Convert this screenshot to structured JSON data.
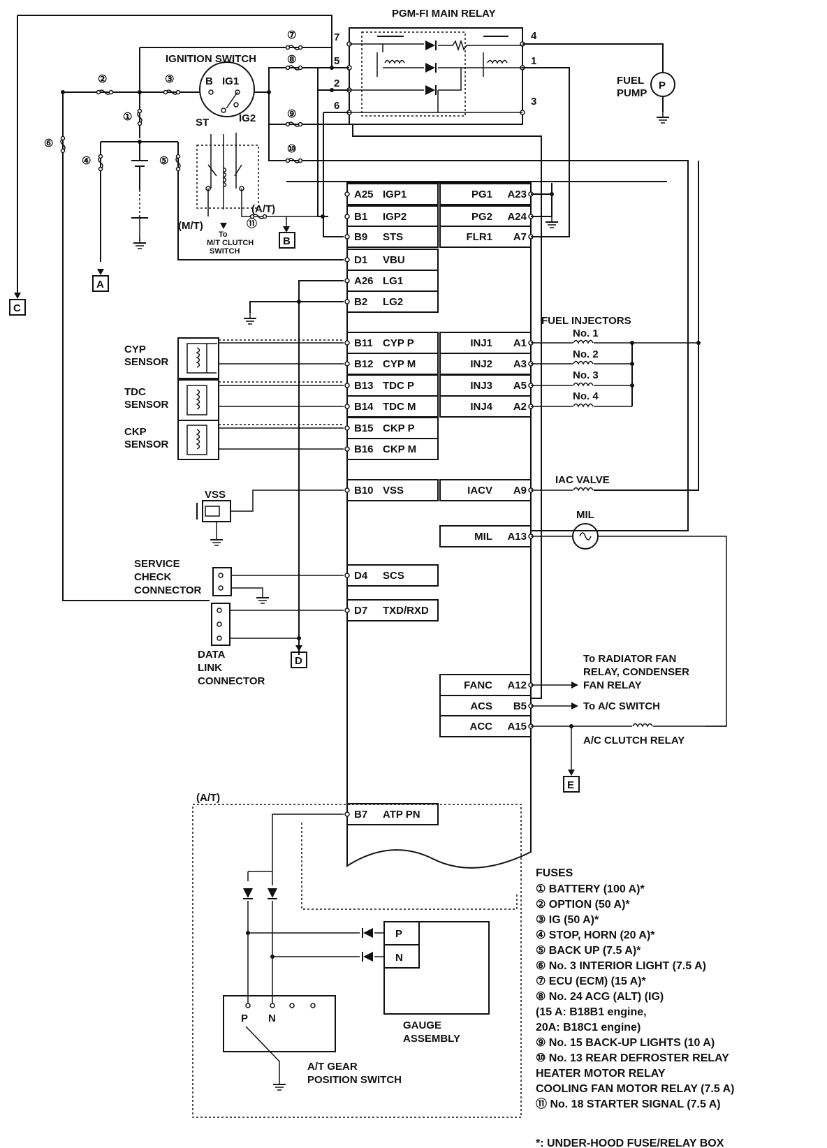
{
  "relay": {
    "title": "PGM-FI MAIN RELAY",
    "pins_left": [
      "7",
      "5",
      "2",
      "6"
    ],
    "pins_right": [
      "4",
      "1",
      "3"
    ]
  },
  "ignition": {
    "title": "IGNITION SWITCH",
    "b": "B",
    "ig1": "IG1",
    "st": "ST",
    "ig2": "IG2"
  },
  "fuel_pump": {
    "label1": "FUEL",
    "label2": "PUMP",
    "symbol": "P"
  },
  "connectors": {
    "a": "A",
    "b": "B",
    "c": "C",
    "d": "D",
    "e": "E"
  },
  "transmission": {
    "mt": "(M/T)",
    "at": "(A/T)",
    "at_box": "(A/T)",
    "mt_note1": "To",
    "mt_note2": "M/T CLUTCH",
    "mt_note3": "SWITCH"
  },
  "fuse_marks": [
    "①",
    "②",
    "③",
    "④",
    "⑤",
    "⑥",
    "⑦",
    "⑧",
    "⑨",
    "⑩",
    "⑪"
  ],
  "ecm_left": [
    {
      "pin": "A25",
      "name": "IGP1"
    },
    {
      "pin": "B1",
      "name": "IGP2"
    },
    {
      "pin": "B9",
      "name": "STS"
    },
    {
      "pin": "D1",
      "name": "VBU"
    },
    {
      "pin": "A26",
      "name": "LG1"
    },
    {
      "pin": "B2",
      "name": "LG2"
    },
    {
      "pin": "B11",
      "name": "CYP P"
    },
    {
      "pin": "B12",
      "name": "CYP M"
    },
    {
      "pin": "B13",
      "name": "TDC P"
    },
    {
      "pin": "B14",
      "name": "TDC M"
    },
    {
      "pin": "B15",
      "name": "CKP P"
    },
    {
      "pin": "B16",
      "name": "CKP M"
    },
    {
      "pin": "B10",
      "name": "VSS"
    },
    {
      "pin": "D4",
      "name": "SCS"
    },
    {
      "pin": "D7",
      "name": "TXD/RXD"
    },
    {
      "pin": "B7",
      "name": "ATP  PN"
    }
  ],
  "ecm_right": [
    {
      "name": "PG1",
      "pin": "A23"
    },
    {
      "name": "PG2",
      "pin": "A24"
    },
    {
      "name": "FLR1",
      "pin": "A7"
    },
    {
      "name": "INJ1",
      "pin": "A1"
    },
    {
      "name": "INJ2",
      "pin": "A3"
    },
    {
      "name": "INJ3",
      "pin": "A5"
    },
    {
      "name": "INJ4",
      "pin": "A2"
    },
    {
      "name": "IACV",
      "pin": "A9"
    },
    {
      "name": "MIL",
      "pin": "A13"
    },
    {
      "name": "FANC",
      "pin": "A12"
    },
    {
      "name": "ACS",
      "pin": "B5"
    },
    {
      "name": "ACC",
      "pin": "A15"
    }
  ],
  "sensors": {
    "cyp": [
      "CYP",
      "SENSOR"
    ],
    "tdc": [
      "TDC",
      "SENSOR"
    ],
    "ckp": [
      "CKP",
      "SENSOR"
    ],
    "vss": "VSS",
    "scs": [
      "SERVICE",
      "CHECK",
      "CONNECTOR"
    ],
    "dlc": [
      "DATA",
      "LINK",
      "CONNECTOR"
    ]
  },
  "injectors": {
    "title": "FUEL INJECTORS",
    "no": [
      "No. 1",
      "No. 2",
      "No. 3",
      "No. 4"
    ]
  },
  "iac": "IAC VALVE",
  "mil": "MIL",
  "outputs": {
    "fan": [
      "To RADIATOR FAN",
      "RELAY, CONDENSER",
      "FAN RELAY"
    ],
    "acs": "To A/C SWITCH",
    "acc": "A/C CLUTCH RELAY"
  },
  "gauge": {
    "p": "P",
    "n": "N",
    "label1": "GAUGE",
    "label2": "ASSEMBLY"
  },
  "gear_switch": {
    "p": "P",
    "n": "N",
    "label1": "A/T GEAR",
    "label2": "POSITION SWITCH"
  },
  "fuses": {
    "title": "FUSES",
    "items": [
      "① BATTERY (100 A)*",
      "② OPTION (50 A)*",
      "③ IG (50 A)*",
      "④ STOP, HORN (20 A)*",
      "⑤ BACK UP (7.5 A)*",
      "⑥ No. 3 INTERIOR LIGHT (7.5 A)",
      "⑦ ECU (ECM) (15 A)*",
      "⑧ No. 24 ACG (ALT) (IG)",
      "   (15 A: B18B1 engine,",
      "   20A: B18C1 engine)",
      "⑨ No. 15 BACK-UP LIGHTS (10 A)",
      "⑩ No. 13 REAR DEFROSTER RELAY",
      "   HEATER MOTOR RELAY",
      "   COOLING FAN MOTOR RELAY (7.5 A)",
      "⑪ No. 18 STARTER SIGNAL (7.5 A)"
    ],
    "footnote": "*: UNDER-HOOD FUSE/RELAY BOX"
  }
}
